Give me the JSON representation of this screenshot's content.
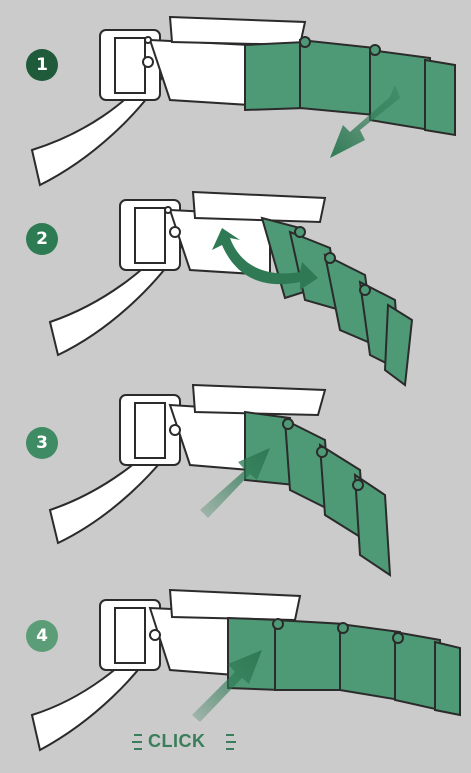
{
  "colors": {
    "background": "#cbcbcb",
    "steel_fill": "#ffffff",
    "steel_outline": "#2b2b2b",
    "link_green": "#4e9a76",
    "link_green_dark": "#3d8462",
    "arrow_green": "#2f7a55",
    "badge_dark": "#1f5a3a",
    "badge_mid": "#2d7b52",
    "badge_light": "#5a9d76",
    "click_text": "#3a7d5a"
  },
  "steps": [
    {
      "number": "1",
      "arrow": "pull-out-diagonal",
      "badge_color": "#1f5a3a"
    },
    {
      "number": "2",
      "arrow": "rotate-curved",
      "badge_color": "#2d7b52"
    },
    {
      "number": "3",
      "arrow": "push-in-diagonal",
      "badge_color": "#3f8b63"
    },
    {
      "number": "4",
      "arrow": "push-in-diagonal",
      "badge_color": "#5a9d76"
    }
  ],
  "click_label": "CLICK"
}
